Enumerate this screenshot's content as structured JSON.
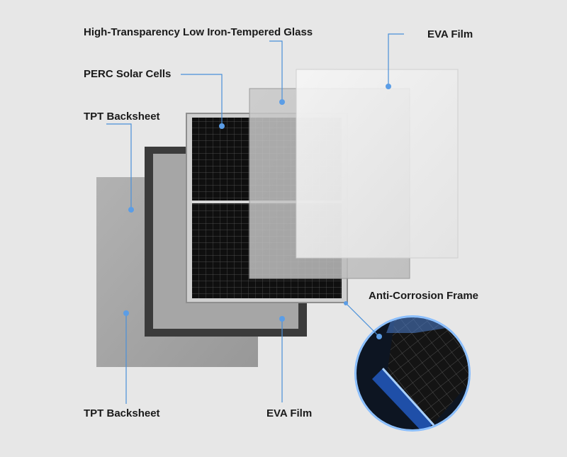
{
  "labels": {
    "glass": "High-Transparency Low Iron-Tempered Glass",
    "eva_top": "EVA Film",
    "cells": "PERC Solar Cells",
    "backsheet_top": "TPT Backsheet",
    "frame": "Anti-Corrosion Frame",
    "backsheet_bottom": "TPT Backsheet",
    "eva_bottom": "EVA Film"
  },
  "colors": {
    "background": "#e7e7e7",
    "leader_line": "#4a90d9",
    "marker_dot": "#5b9de6",
    "cell": "#0e0e0e",
    "backsheet": "#a3a3a3",
    "frame": "#3a3a3a",
    "lens_glow": "#2f7fff"
  }
}
